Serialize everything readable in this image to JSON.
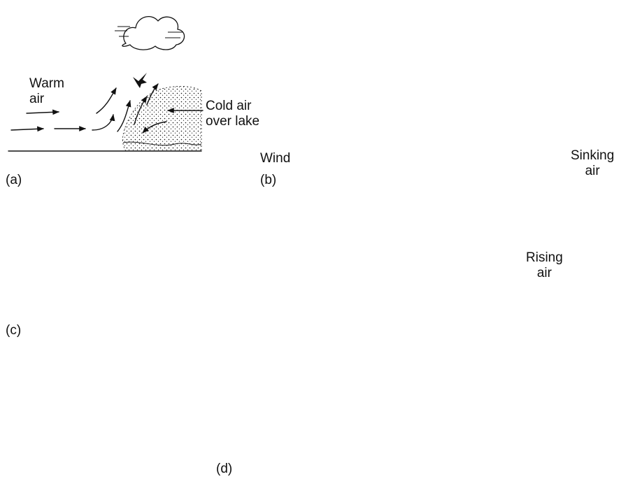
{
  "panel_a": {
    "label": "(a)",
    "warm_air": "Warm\nair",
    "cold_air": "Cold air\nover lake"
  },
  "panel_b": {
    "label": "(b)",
    "wind": "Wind"
  },
  "panel_c": {
    "label": "(c)",
    "sinking_air": "Sinking\nair",
    "rising_air": "Rising\nair"
  },
  "panel_d": {
    "label": "(d)"
  },
  "icons": [
    "cloud-icon",
    "bird-icon",
    "mountain-icon",
    "arrow-icon",
    "hummingbird-icon"
  ]
}
